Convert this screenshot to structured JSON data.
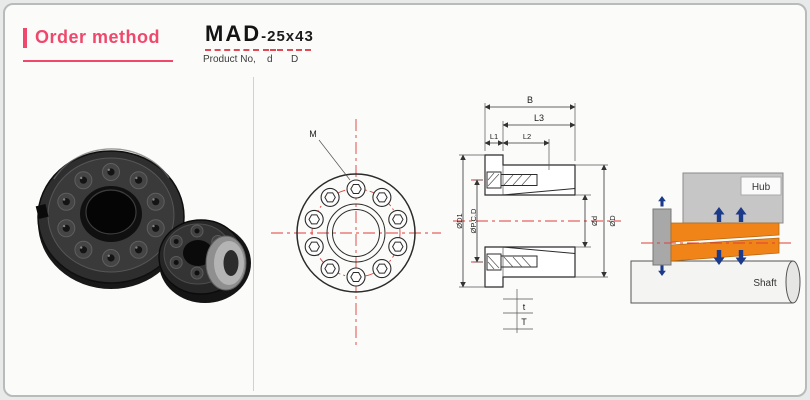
{
  "header": {
    "section_title": "Order method",
    "product": {
      "series": "MAD",
      "size": "-25x43",
      "product_no_label": "Product No,",
      "d_label": "d",
      "D_label": "D"
    }
  },
  "front_view": {
    "thread_label": "M"
  },
  "section_view": {
    "B": "B",
    "L3": "L3",
    "L1": "L1",
    "L2": "L2",
    "D1": "ØD1",
    "PCD": "ØP.C.D",
    "d": "Ød",
    "D": "ØD",
    "t": "t",
    "T": "T"
  },
  "assembly_view": {
    "hub": "Hub",
    "shaft": "Shaft"
  },
  "colors": {
    "accent_pink": "#f0486c",
    "dash_red": "#e04a55",
    "centerline_red": "#e03c3c",
    "wedge_orange": "#f08418",
    "arrow_blue": "#1c3a8a"
  }
}
